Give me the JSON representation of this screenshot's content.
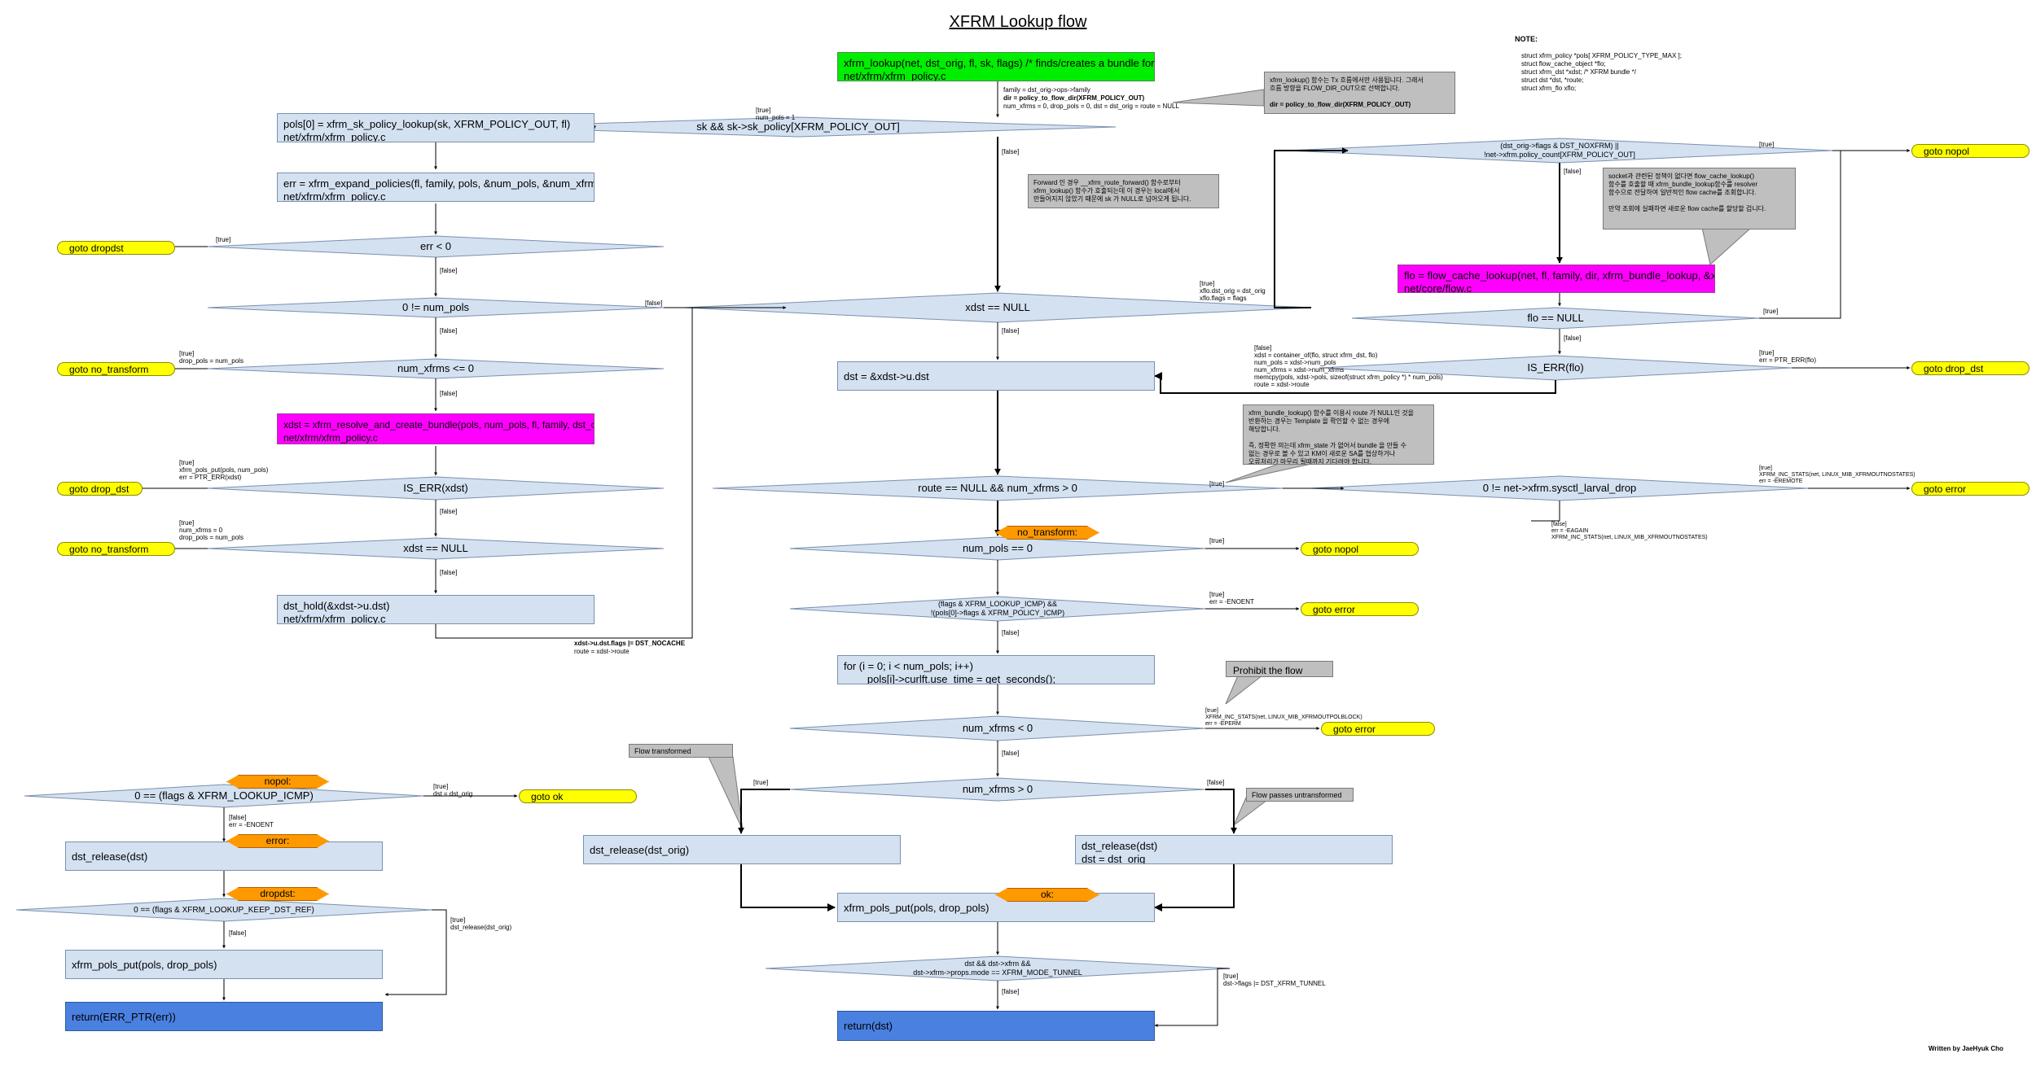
{
  "title": "XFRM Lookup flow",
  "written_by": "Written by JaeHyuk Cho",
  "note": {
    "heading": "NOTE:",
    "lines": [
      "struct xfrm_policy *pols[ XFRM_POLICY_TYPE_MAX ];",
      "struct flow_cache_object *flo;",
      "struct xfrm_dst *xdst; /* XFRM bundle */",
      "struct dst *dst, *route;",
      "struct xfrm_flo xflo;"
    ]
  },
  "boxes": {
    "entry": "xfrm_lookup(net, dst_orig, fl, sk, flags) /* finds/creates a bundle for given flow. */\nnet/xfrm/xfrm_policy.c",
    "sk_policy_lookup": "pols[0] = xfrm_sk_policy_lookup(sk, XFRM_POLICY_OUT, fl)\nnet/xfrm/xfrm_policy.c",
    "expand_policies": "err = xfrm_expand_policies(fl, family, pols, &num_pols, &num_xfrms)\nnet/xfrm/xfrm_policy.c",
    "resolve_bundle": "xdst = xfrm_resolve_and_create_bundle(pols, num_pols, fl, family, dst_orig)\nnet/xfrm/xfrm_policy.c",
    "dst_hold": "dst_hold(&xdst->u.dst)\nnet/xfrm/xfrm_policy.c",
    "dst_assign": "dst = &xdst->u.dst",
    "flow_cache": "flo = flow_cache_lookup(net, fl, family, dir, xfrm_bundle_lookup, &xflo)\nnet/core/flow.c",
    "for_loop": "for (i = 0; i < num_pols; i++)\n        pols[i]->curlft.use_time = get_seconds();",
    "release_orig": "dst_release(dst_orig)",
    "release_right": "dst_release(dst)\ndst = dst_orig",
    "pols_put_main": "xfrm_pols_put(pols, drop_pols)",
    "return_dst": "return(dst)",
    "release_left": "dst_release(dst)",
    "pols_put_left": "xfrm_pols_put(pols, drop_pols)",
    "return_err": "return(ERR_PTR(err))"
  },
  "decisions": {
    "sk_policy": "sk && sk->sk_policy[XFRM_POLICY_OUT]",
    "err_lt0": "err < 0",
    "num_pols_ne0": "0 != num_pols",
    "num_xfrms_le0": "num_xfrms <= 0",
    "is_err_xdst": "IS_ERR(xdst)",
    "xdst_null_left": "xdst == NULL",
    "xdst_null_main": "xdst == NULL",
    "noxfrm": "(dst_orig->flags & DST_NOXFRM) ||\n!net->xfrm.policy_count[XFRM_POLICY_OUT]",
    "flo_null": "flo == NULL",
    "is_err_flo": "IS_ERR(flo)",
    "route_null": "route == NULL && num_xfrms > 0",
    "larval_drop": "0 != net->xfrm.sysctl_larval_drop",
    "num_pols_eq0": "num_pols == 0",
    "icmp_check": "(flags & XFRM_LOOKUP_ICMP) &&\n!(pols[0]->flags & XFRM_POLICY_ICMP)",
    "num_xfrms_lt0": "num_xfrms < 0",
    "num_xfrms_gt0": "num_xfrms > 0",
    "tunnel_check": "dst && dst->xfrm &&\ndst->xfrm->props.mode == XFRM_MODE_TUNNEL",
    "left_icmp": "0 == (flags & XFRM_LOOKUP_ICMP)",
    "keep_dst_ref": "0 == (flags & XFRM_LOOKUP_KEEP_DST_REF)"
  },
  "gotos": {
    "dropdst": "goto dropdst",
    "no_transform_1": "goto no_transform",
    "drop_dst_left": "goto drop_dst",
    "no_transform_2": "goto no_transform",
    "ok": "goto ok",
    "nopol_right": "goto nopol",
    "drop_dst_right": "goto drop_dst",
    "error_right": "goto error",
    "nopol_main": "goto nopol",
    "error_main": "goto error",
    "error_prohibit": "goto error"
  },
  "labels": {
    "nopol": "nopol:",
    "error": "error:",
    "dropdst": "dropdst:",
    "no_transform": "no_transform:",
    "ok": "ok:"
  },
  "notes": {
    "dir": "xfrm_lookup() 함수는 Tx 흐름에서만 사용됩니다. 그래서\n흐름 방향을 FLOW_DIR_OUT으로 선택합니다.",
    "dir_code": "dir = policy_to_flow_dir(XFRM_POLICY_OUT)",
    "forward": "Forward 인 경우 __xfrm_route_forward() 함수로부터\nxfrm_lookup() 함수가 호출되는데 이 경우는 local에서\n만들어지지 않았기 때문에 sk 가 NULL로 넘어오게 됩니다.",
    "socket": "socket과 관련된 정책이 없다면 flow_cache_lookup()\n함수를 호출할 때 xfrm_bundle_lookup함수를 resolver\n함수으로 전달하여 일반적인 flow cache를 조회합니다.\n\n만약 조회에 실패하면 새로운 flow cache를 할당할 겁니다.",
    "bundle": "xfrm_bundle_lookup() 함수를 이용시 route 가 NULL인 것을\n반환하는 경우는 Template 을 확인할 수 없는 경우에\n해당합니다.\n\n즉, 정확한 의는데 xfrm_state 가 없어서 bundle 을 만들 수\n없는 경우로 볼 수 있고 KM이 새로운 SA를 협상하거나\n오류처리가 마무리 될때까지 기다려야 합니다.",
    "prohibit": "Prohibit the flow",
    "transformed": "Flow transformed",
    "untransformed": "Flow passes untransformed"
  },
  "texts": {
    "t_family": "family = dst_orig->ops->family",
    "t_dir": "dir = policy_to_flow_dir(XFRM_POLICY_OUT)",
    "t_init": "num_xfrms = 0, drop_pols = 0, dst = dst_orig = route = NULL",
    "t_true_numpols": "[true]\nnum_pols = 1",
    "t_false_sk": "[false]",
    "t_true_err": "[true]",
    "t_false_err": "[false]",
    "t_false_0numpols": "[false]",
    "t_false_numpols_main": "[false]",
    "t_true_noxfrm_1": "[true]\ndrop_pols = num_pols",
    "t_false_numxfrms": "[false]",
    "t_true_iserr": "[true]\nxfrm_pols_put(pols, num_pols)\nerr = PTR_ERR(xdst)",
    "t_false_iserr": "[false]",
    "t_true_xdstnull": "[true]\nnum_xfrms = 0\ndrop_pols = num_pols",
    "t_false_xdstnull": "[false]",
    "t_nocache": "xdst->u.dst.flags |= DST_NOCACHE",
    "t_route": "route = xdst->route",
    "t_true_xdst_main": "[true]\nxflo.dst_orig = dst_orig\nxflo.flags = flags",
    "t_false_xdst_main": "[false]",
    "t_true_noxfrm": "[true]",
    "t_false_noxfrm": "[false]",
    "t_true_flonull": "[true]",
    "t_false_flonull": "[false]",
    "t_true_iserrflo": "[true]\nerr = PTR_ERR(flo)",
    "t_false_iserrflo": "[false]\nxdst = container_of(flo, struct xfrm_dst, flo)\nnum_pols = xdst->num_pols\nnum_xfrms = xdst->num_xfrms\nmemcpy(pols, xdst->pols, sizeof(struct xfrm_policy *) * num_pols)\nroute = xdst->route",
    "t_true_route": "[true]",
    "t_true_larval": "[true]\nXFRM_INC_STATS(net, LINUX_MIB_XFRMOUTNOSTATES)\nerr = -EREMOTE",
    "t_false_larval": "[false]\nerr = -EAGAIN\nXFRM_INC_STATS(net, LINUX_MIB_XFRMOUTNOSTATES)",
    "t_true_numpols0": "[true]",
    "t_true_icmp": "[true]\nerr = -ENOENT",
    "t_false_icmp": "[false]",
    "t_true_prohibit": "[true]\nXFRM_INC_STATS(net, LINUX_MIB_XFRMOUTPOLBLOCK)\nerr = -EPERM",
    "t_false_lt0": "[false]",
    "t_true_gt0": "[true]",
    "t_false_gt0": "[false]",
    "t_true_tunnel": "[true]\ndst->flags |= DST_XFRM_TUNNEL",
    "t_false_tunnel": "[false]",
    "t_true_lefticmp": "[true]\ndst = dst_orig",
    "t_false_lefticmp": "[false]\nerr = -ENOENT",
    "t_true_keep": "[true]\ndst_release(dst_orig)",
    "t_false_keep": "[false]"
  }
}
